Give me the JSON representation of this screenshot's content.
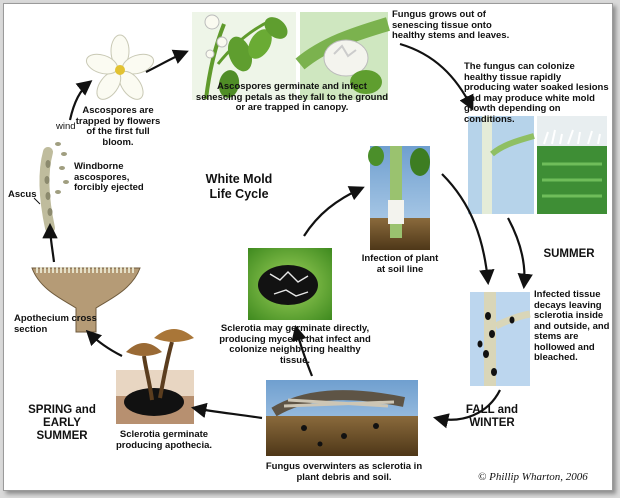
{
  "diagram": {
    "title_line1": "White Mold",
    "title_line2": "Life Cycle",
    "copyright": "© Phillip Wharton, 2006",
    "labels": {
      "fungus_grows": "Fungus grows out of senescing tissue onto healthy stems and leaves.",
      "ascospores_germinate": "Ascospores germinate and infect senescing petals as they fall to the ground or are trapped in canopy.",
      "ascospores_trapped": "Ascospores are trapped by flowers of the first full bloom.",
      "wind": "wind",
      "windborne": "Windborne ascospores, forcibly ejected",
      "ascus": "Ascus",
      "colonize": "The fungus can colonize healthy tissue rapidly producing water soaked lesions and may produce white mold growth depending on conditions.",
      "infection_soil": "Infection of plant at soil line",
      "sclerotia_germinate_directly": "Sclerotia may germinate directly, producing mycelia that infect and colonize neighboring healthy tissue.",
      "apothecium": "Apothecium cross section",
      "infected_decays": "Infected tissue decays leaving sclerotia inside and outside, and stems are hollowed and bleached.",
      "sclerotia_apothecia": "Sclerotia germinate producing apothecia.",
      "overwinters": "Fungus overwinters as sclerotia in plant debris and soil."
    },
    "seasons": {
      "summer": "SUMMER",
      "fall_winter": "FALL and WINTER",
      "spring_summer": "SPRING and EARLY SUMMER"
    }
  }
}
